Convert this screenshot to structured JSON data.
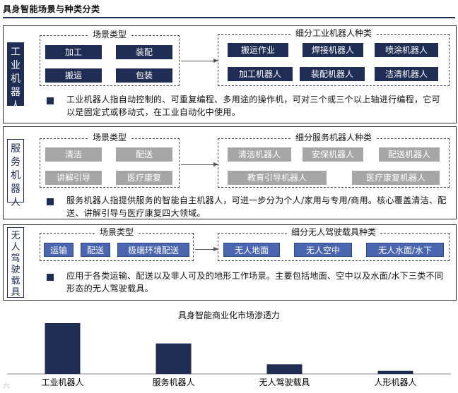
{
  "title": "具身智能场景与种类分类",
  "sections": [
    {
      "side_label": "工业机器人",
      "scene_header": "场景类型",
      "scenes": [
        "加工",
        "装配",
        "搬运",
        "包装"
      ],
      "types_header": "细分工业机器人种类",
      "types": [
        "搬运作业",
        "焊接机器人",
        "喷涂机器人",
        "加工机器人",
        "装配机器人",
        "洁清机器人"
      ],
      "description": "工业机器人指自动控制的、可重复编程、多用途的操作机，可对三个或三个以上轴进行编程，它可以是固定式或移动式，在工业自动化中使用。"
    },
    {
      "side_label": "服务机器人",
      "scene_header": "场景类型",
      "scenes": [
        "清洁",
        "配送",
        "讲解引导",
        "医疗康复"
      ],
      "types_header": "细分服务机器人种类",
      "types": [
        "清洁机器人",
        "安保机器人",
        "配送机器人",
        "教育引导机器人",
        "医疗康复机器人"
      ],
      "description": "服务机器人指提供服务的智能自主机器人，可进一步分为个人/家用与专用/商用。核心覆盖清洁、配送、讲解引导与医疗康复四大领域。"
    },
    {
      "side_label": "无人驾驶载具",
      "scene_header": "场景类型",
      "scenes": [
        "运输",
        "配送",
        "极端环境配送"
      ],
      "types_header": "细分无人驾驶载具种类",
      "types": [
        "无人地面",
        "无人空中",
        "无人水面/水下"
      ],
      "description": "应用于各类运输、配送以及非人可及的地形工作场景。主要包括地面、空中以及水面/水下三类不同形态的无人驾驶载具。"
    }
  ],
  "chart_data": {
    "type": "bar",
    "title": "具身智能商业化市场渗透力",
    "categories": [
      "工业机器人",
      "服务机器人",
      "无人驾驶载具",
      "人形机器人"
    ],
    "values": [
      100,
      60,
      19,
      6
    ],
    "ylim": [
      0,
      100
    ],
    "grid": false,
    "color": "#1f2d55"
  },
  "watermark": "六"
}
